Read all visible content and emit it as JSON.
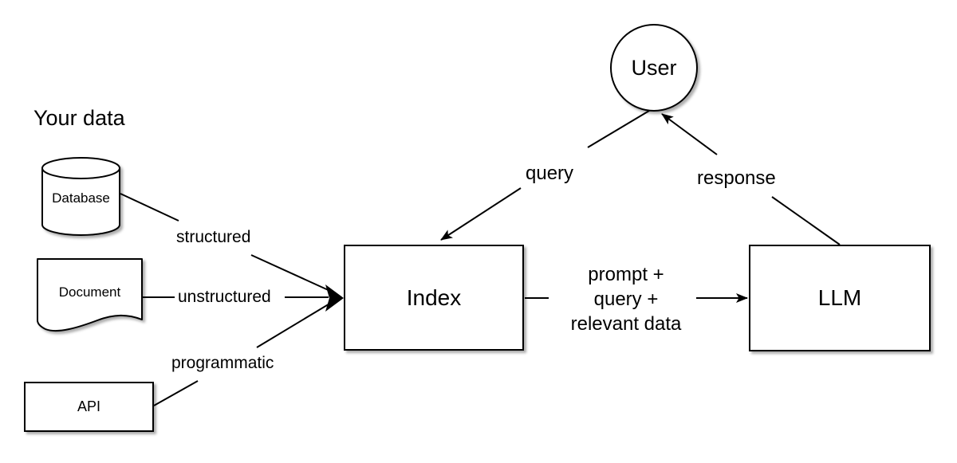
{
  "diagram": {
    "heading": "Your data",
    "nodes": {
      "user": {
        "label": "User",
        "shape": "circle"
      },
      "database": {
        "label": "Database",
        "shape": "cylinder"
      },
      "document": {
        "label": "Document",
        "shape": "document"
      },
      "api": {
        "label": "API",
        "shape": "rectangle"
      },
      "index": {
        "label": "Index",
        "shape": "rectangle"
      },
      "llm": {
        "label": "LLM",
        "shape": "rectangle"
      }
    },
    "edges": {
      "structured": {
        "label": "structured",
        "from": "database",
        "to": "index"
      },
      "unstructured": {
        "label": "unstructured",
        "from": "document",
        "to": "index"
      },
      "programmatic": {
        "label": "programmatic",
        "from": "api",
        "to": "index"
      },
      "query": {
        "label": "query",
        "from": "user",
        "to": "index"
      },
      "response": {
        "label": "response",
        "from": "llm",
        "to": "user"
      },
      "prompt": {
        "label_lines": [
          "prompt +",
          "query +",
          "relevant data"
        ],
        "from": "index",
        "to": "llm"
      }
    },
    "colors": {
      "stroke": "#000000",
      "node_fill": "#ffffff",
      "background": "#ffffff"
    }
  }
}
